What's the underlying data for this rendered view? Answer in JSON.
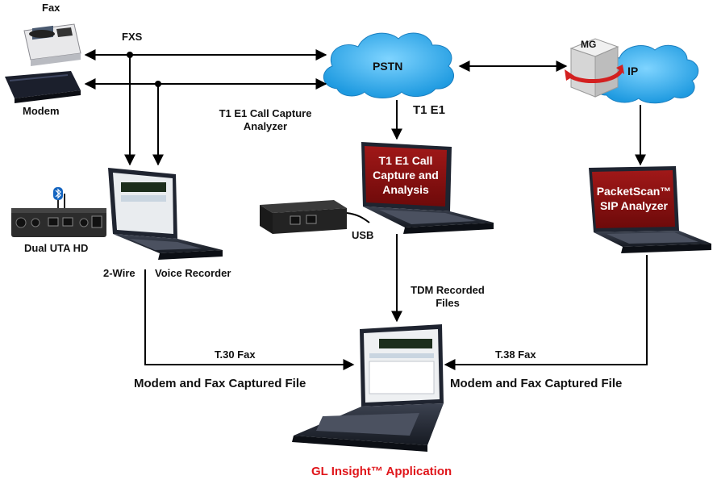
{
  "devices": {
    "fax_label": "Fax",
    "modem_label": "Modem",
    "dual_uta_label": "Dual UTA HD",
    "fxs_label": "FXS",
    "two_wire_label": "2-Wire",
    "voice_recorder_label": "Voice Recorder",
    "usb_label": "USB"
  },
  "network": {
    "pstn_label": "PSTN",
    "ip_label": "IP",
    "mg_label": "MG",
    "t1e1_label": "T1 E1"
  },
  "analyzers": {
    "call_capture_title_line1": "T1 E1 Call Capture",
    "call_capture_title_line2": "Analyzer",
    "laptop_center_screen_line1": "T1 E1 Call",
    "laptop_center_screen_line2": "Capture and",
    "laptop_center_screen_line3": "Analysis",
    "packetscan_line1": "PacketScan™",
    "packetscan_line2": "SIP Analyzer"
  },
  "flows": {
    "tdm_line1": "TDM Recorded",
    "tdm_line2": "Files",
    "t30_label": "T.30 Fax",
    "t38_label": "T.38 Fax",
    "left_captured": "Modem and Fax Captured File",
    "right_captured": "Modem and Fax Captured File"
  },
  "application_label": "GL Insight™ Application",
  "colors": {
    "cloud": "#2aa7e6",
    "screen_red": "#8b1111",
    "app_label": "#e0161b",
    "arrow": "#000000"
  }
}
